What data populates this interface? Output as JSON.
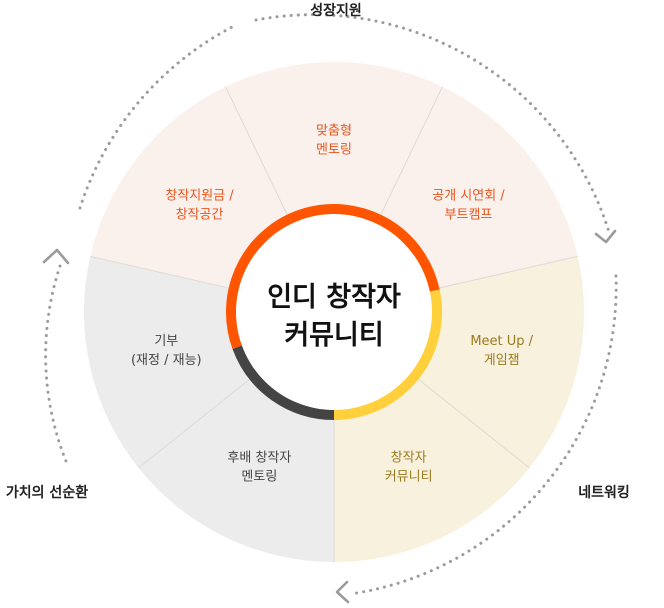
{
  "center_title": {
    "line1": "인디 창작자",
    "line2": "커뮤니티"
  },
  "outer_labels": {
    "top": "성장지원",
    "right": "네트워킹",
    "left": "가치의 선순환"
  },
  "segments": [
    {
      "lines": [
        "맞춤형",
        "멘토링"
      ],
      "group": "growth"
    },
    {
      "lines": [
        "공개 시연회 /",
        "부트캠프"
      ],
      "group": "growth"
    },
    {
      "lines": [
        "Meet Up /",
        "게임잼"
      ],
      "group": "network"
    },
    {
      "lines": [
        "창작자",
        "커뮤니티"
      ],
      "group": "network"
    },
    {
      "lines": [
        "후배 창작자",
        "멘토링"
      ],
      "group": "value"
    },
    {
      "lines": [
        "기부",
        "(재정 / 재능)"
      ],
      "group": "value"
    },
    {
      "lines": [
        "창작지원금 /",
        "창작공간"
      ],
      "group": "growth"
    }
  ],
  "colors": {
    "growth_fill": "#fbf1ec",
    "growth_text": "#e8541c",
    "growth_ring": "#ff5500",
    "network_fill": "#f8f1dd",
    "network_text": "#9a7a1e",
    "network_ring": "#ffd03c",
    "value_fill": "#ececec",
    "value_text": "#444444",
    "value_ring": "#444444",
    "divider": "#dedad6",
    "arrow": "#9b9b9b"
  }
}
